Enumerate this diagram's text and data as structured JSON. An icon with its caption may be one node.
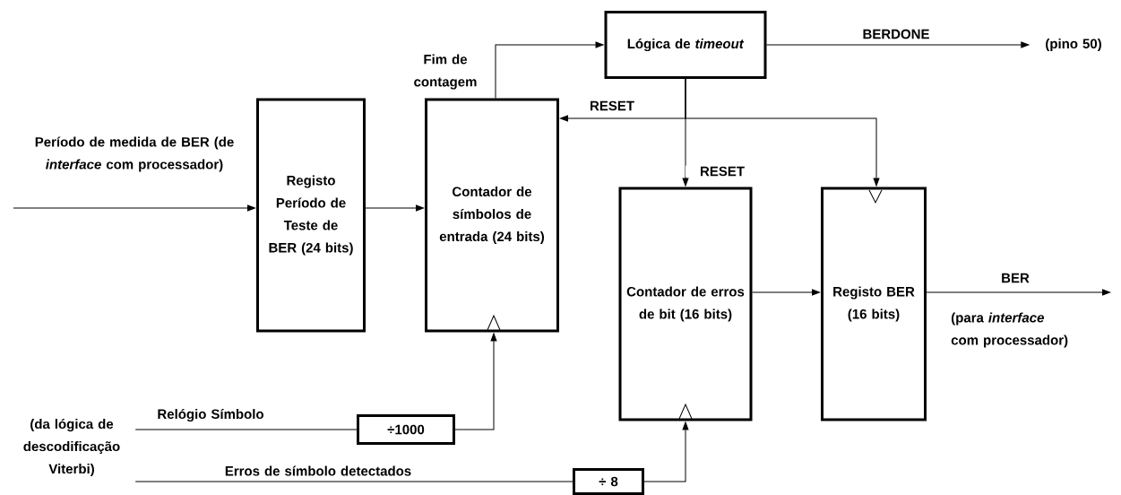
{
  "diagram": {
    "nodes": [
      {
        "text": [
          "Registo Período de Teste de BER (24 bits)"
        ]
      },
      {
        "text": [
          "Contador de símbolos de entrada (24 bits)"
        ]
      },
      {
        "text": [
          "Lógica de *timeout*"
        ]
      },
      {
        "text": [
          "Contador de erros de bit (16 bits)"
        ]
      },
      {
        "text": [
          "Registo BER (16 bits)"
        ]
      },
      {
        "text": [
          "÷1000"
        ]
      },
      {
        "text": [
          "÷ 8"
        ]
      },
      {
        "text": [
          "(pino 50)"
        ]
      },
      {
        "text": [
          "(da lógica de descodificação Viterbi)"
        ]
      }
    ],
    "edges": [
      {
        "from": null,
        "to": 0,
        "arrow": "to",
        "label": "Período de medida de BER (de *interface* com processador)"
      },
      {
        "from": 0,
        "to": 1,
        "arrow": "to"
      },
      {
        "from": 1,
        "to": 2,
        "arrow": "to",
        "label": "Fim de contagem"
      },
      {
        "from": 2,
        "to": 7,
        "arrow": "to",
        "label": "BERDONE"
      },
      {
        "from": 2,
        "to": 1,
        "arrow": "to",
        "label": "RESET"
      },
      {
        "from": 2,
        "to": 4,
        "arrow": "to"
      },
      {
        "from": 2,
        "to": 3,
        "arrow": "to",
        "label": "RESET"
      },
      {
        "from": 3,
        "to": 4,
        "arrow": "to"
      },
      {
        "from": 4,
        "to": null,
        "arrow": "to",
        "label": "BER"
      },
      {
        "from": 8,
        "to": 5,
        "arrow": "none",
        "label": "Relógio Símbolo"
      },
      {
        "from": 5,
        "to": 1,
        "arrow": "to"
      },
      {
        "from": 8,
        "to": 6,
        "arrow": "none",
        "label": "Erros de símbolo detectados"
      },
      {
        "from": 6,
        "to": 3,
        "arrow": "to"
      }
    ],
    "labels": [
      "(para *interface* com processador)"
    ]
  }
}
